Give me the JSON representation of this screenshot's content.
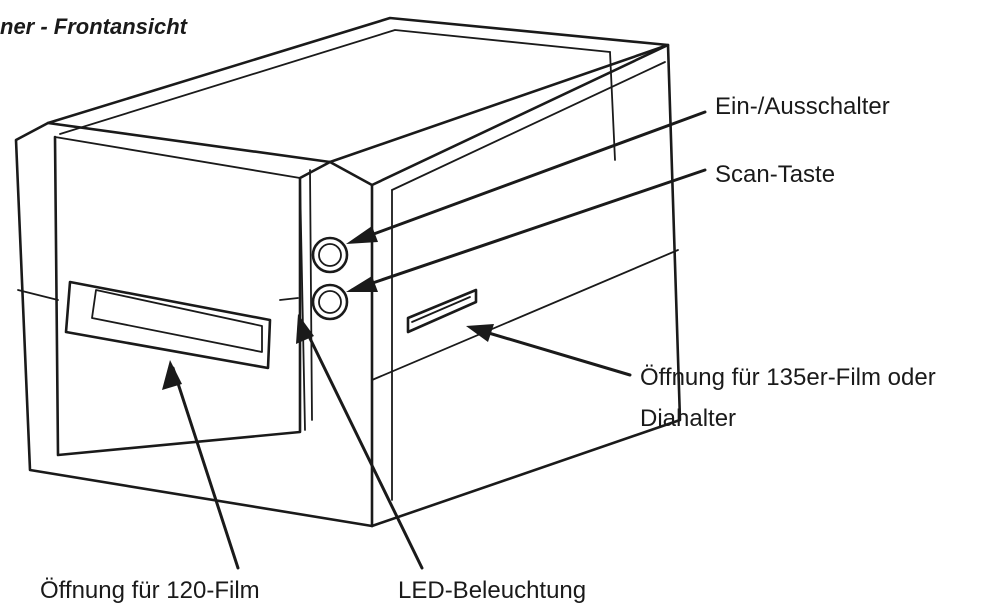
{
  "title": "ner - Frontansicht",
  "callouts": {
    "power_switch": "Ein-/Ausschalter",
    "scan_button": "Scan-Taste",
    "slot_135_line1": "Öffnung für 135er-Film oder",
    "slot_135_line2": "Diahalter",
    "slot_120": "Öffnung für 120-Film",
    "led": "LED-Beleuchtung"
  },
  "colors": {
    "ink": "#1a1a1a",
    "background": "#ffffff"
  }
}
